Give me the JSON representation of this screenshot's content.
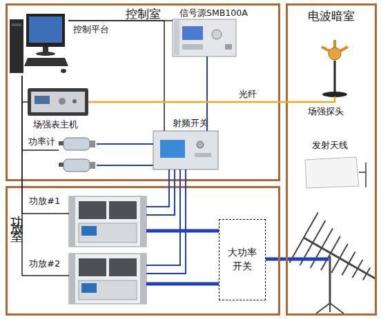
{
  "diagram": {
    "nodes": [
      {
        "text": [
          "控制室"
        ]
      },
      {
        "text": [
          "电波暗室"
        ]
      },
      {
        "text": [
          "功放室"
        ]
      },
      {
        "text": [
          "控制平台"
        ],
        "in": 0
      },
      {
        "text": [
          "信号源SMB100A"
        ],
        "in": 0
      },
      {
        "text": [
          "场强表主机"
        ],
        "in": 0
      },
      {
        "text": [
          "功率计"
        ],
        "in": 0
      },
      {
        "text": [
          "射频开关"
        ],
        "in": 0
      },
      {
        "text": [
          "功放#1"
        ],
        "in": 2
      },
      {
        "text": [
          "功放#2"
        ],
        "in": 2
      },
      {
        "text": [
          "大功率开关"
        ],
        "in": 2
      },
      {
        "text": [
          "场强探头"
        ],
        "in": 1
      },
      {
        "text": [
          "发射天线"
        ],
        "in": 1
      }
    ],
    "edges": [
      {
        "from": 3,
        "to": 4,
        "arrow": "none"
      },
      {
        "from": 3,
        "to": 5,
        "arrow": "none"
      },
      {
        "from": 3,
        "to": 6,
        "arrow": "none"
      },
      {
        "from": 3,
        "to": 7,
        "arrow": "none"
      },
      {
        "from": 3,
        "to": 8,
        "arrow": "none"
      },
      {
        "from": 3,
        "to": 9,
        "arrow": "none"
      },
      {
        "from": 4,
        "to": 7,
        "arrow": "none"
      },
      {
        "from": 6,
        "to": 7,
        "arrow": "none"
      },
      {
        "from": 6,
        "to": 7,
        "arrow": "none"
      },
      {
        "from": 7,
        "to": 8,
        "arrow": "none"
      },
      {
        "from": 7,
        "to": 8,
        "arrow": "none"
      },
      {
        "from": 7,
        "to": 9,
        "arrow": "none"
      },
      {
        "from": 7,
        "to": 9,
        "arrow": "none"
      },
      {
        "from": 8,
        "to": 10,
        "arrow": "none"
      },
      {
        "from": 9,
        "to": 10,
        "arrow": "none"
      },
      {
        "from": 5,
        "to": 11,
        "label": "光纤",
        "arrow": "none"
      }
    ]
  }
}
